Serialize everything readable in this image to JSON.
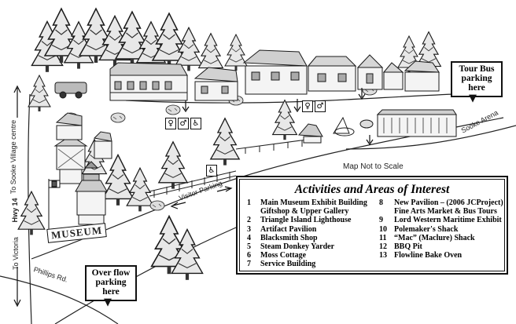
{
  "map": {
    "roads": {
      "hwy": "Hwy 14",
      "to_sooke": "To Sooke Village centre",
      "to_victoria": "To Victoria",
      "phillips": "Phillips Rd.",
      "visitor_parking": "Visitor Parking",
      "sooke_arena": "Sooke Arena"
    },
    "scale_note": "Map Not to Scale",
    "signs": {
      "tour_bus": [
        "Tour Bus",
        "parking",
        "here"
      ],
      "overflow": [
        "Over flow",
        "parking",
        "here"
      ]
    },
    "museum_sign": "MUSEUM",
    "icons": {
      "restroom_1": [
        "female-icon",
        "male-icon",
        "wheelchair-icon"
      ],
      "restroom_2": [
        "female-icon",
        "male-icon"
      ],
      "accessible_parking": "wheelchair-icon"
    },
    "legend": {
      "title": "Activities and Areas of Interest",
      "col1": [
        {
          "num": "1",
          "name": "Main Museum Exhibit Building",
          "sub": "Giftshop & Upper Gallery"
        },
        {
          "num": "2",
          "name": "Triangle Island Lighthouse"
        },
        {
          "num": "3",
          "name": "Artifact Pavilion"
        },
        {
          "num": "4",
          "name": "Blacksmith Shop"
        },
        {
          "num": "5",
          "name": "Steam Donkey Yarder"
        },
        {
          "num": "6",
          "name": "Moss Cottage"
        },
        {
          "num": "7",
          "name": "Service Building"
        }
      ],
      "col2": [
        {
          "num": "8",
          "name": "New Pavilion – (2006 JCProject)",
          "sub": "Fine Arts Market & Bus Tours"
        },
        {
          "num": "9",
          "name": "Lord Western Maritime Exhibit"
        },
        {
          "num": "10",
          "name": "Polemaker's Shack"
        },
        {
          "num": "11",
          "name": "“Mac” (Maclure) Shack"
        },
        {
          "num": "12",
          "name": "BBQ Pit"
        },
        {
          "num": "13",
          "name": "Flowline Bake Oven"
        }
      ]
    }
  }
}
